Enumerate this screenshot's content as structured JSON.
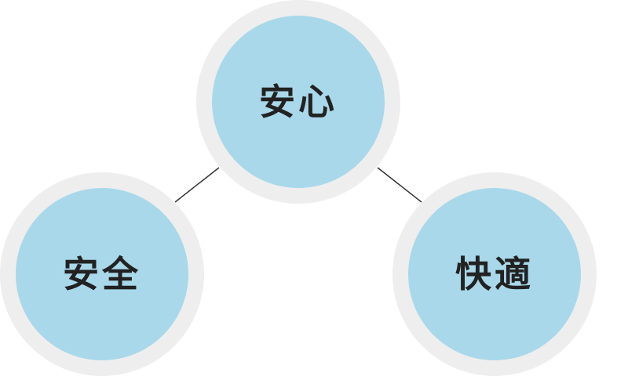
{
  "diagram": {
    "nodes": [
      {
        "id": "top",
        "label": "安心"
      },
      {
        "id": "left",
        "label": "安全"
      },
      {
        "id": "right",
        "label": "快適"
      }
    ],
    "edges": [
      {
        "from": "top",
        "to": "left"
      },
      {
        "from": "top",
        "to": "right"
      }
    ],
    "colors": {
      "node_fill": "#a9d8ea",
      "node_ring": "#eeeeee",
      "edge": "#333333",
      "text": "#222222"
    }
  }
}
